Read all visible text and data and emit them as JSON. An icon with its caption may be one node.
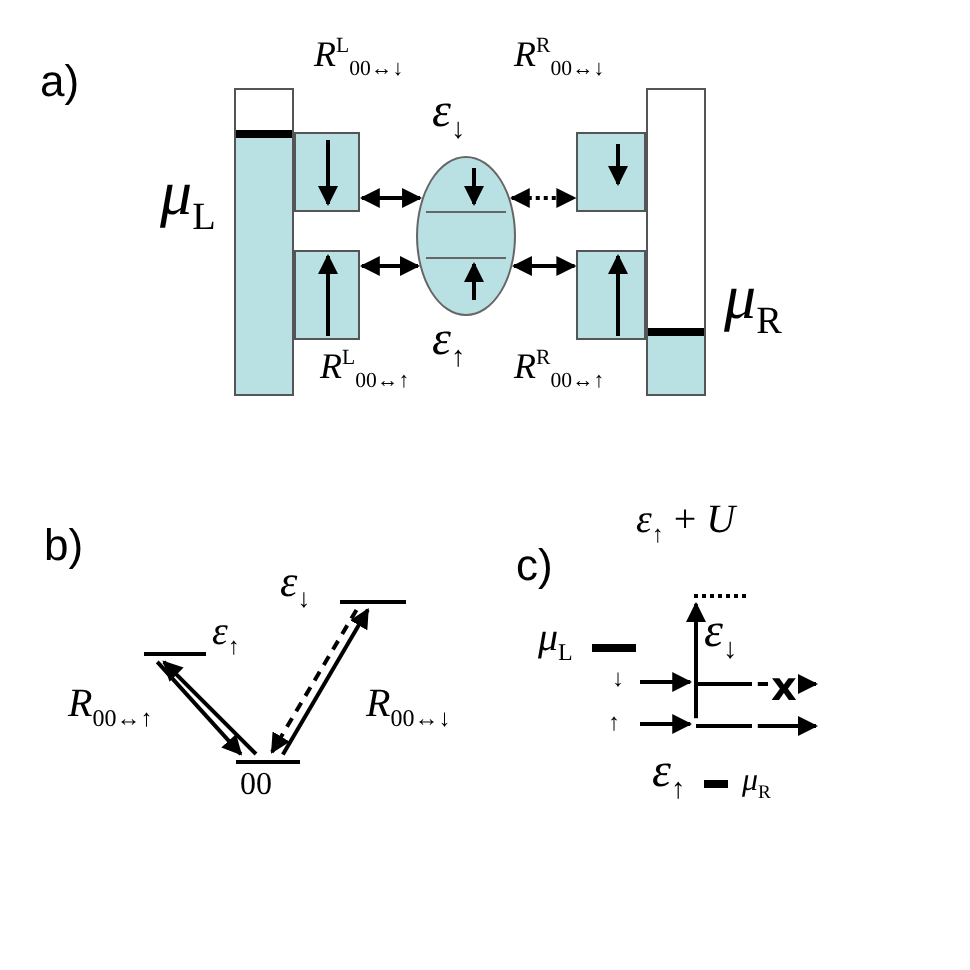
{
  "diagram": {
    "nodes": [
      {
        "text": [],
        "shape": "bar",
        "beside": [
          "*μ*$_{L}$"
        ]
      },
      {
        "text": [],
        "shape": "box"
      },
      {
        "text": [],
        "shape": "box"
      },
      {
        "text": [],
        "shape": "circle",
        "beside": [
          "*ε*$_{↓}$",
          "*ε*$_{↑}$"
        ]
      },
      {
        "text": [],
        "shape": "box"
      },
      {
        "text": [],
        "shape": "box"
      },
      {
        "text": [],
        "shape": "bar",
        "beside": [
          "*μ*$_{R}$"
        ]
      },
      {
        "text": [],
        "shape": "bar",
        "beside": [
          "*ε*$_{↑}$"
        ]
      },
      {
        "text": [],
        "shape": "bar",
        "beside": [
          "*ε*$_{↓}$"
        ]
      },
      {
        "text": [],
        "shape": "bar",
        "beside": [
          "00"
        ]
      },
      {
        "text": [],
        "shape": "bar",
        "beside": [
          "*ε*$_{↑}$ + *U*"
        ]
      },
      {
        "text": [],
        "shape": "bar",
        "beside": [
          "*ε*$_{↓}$"
        ]
      },
      {
        "text": [],
        "shape": "bar",
        "beside": [
          "*ε*$_{↑}$"
        ]
      },
      {
        "text": [],
        "shape": "bar",
        "beside": [
          "*μ*$_{L}$"
        ]
      },
      {
        "text": [],
        "shape": "bar",
        "beside": [
          "*μ*$_{R}$"
        ]
      }
    ],
    "edges": [
      {
        "from": 1,
        "to": 3,
        "arrow": "both"
      },
      {
        "from": 2,
        "to": 3,
        "arrow": "both"
      },
      {
        "from": 3,
        "to": 4,
        "arrow": "both",
        "style": "dashed"
      },
      {
        "from": 3,
        "to": 5,
        "arrow": "both"
      },
      {
        "from": 9,
        "to": 7,
        "arrow": "to"
      },
      {
        "from": 7,
        "to": 9,
        "arrow": "to"
      },
      {
        "from": 9,
        "to": 8,
        "arrow": "to"
      },
      {
        "from": 8,
        "to": 9,
        "arrow": "to",
        "style": "dashed"
      },
      {
        "from": null,
        "to": 11,
        "arrow": "to"
      },
      {
        "from": 11,
        "to": null,
        "arrow": "to",
        "label": "x"
      },
      {
        "from": null,
        "to": 12,
        "arrow": "to"
      },
      {
        "from": 12,
        "to": null,
        "arrow": "to"
      },
      {
        "from": 12,
        "to": 10,
        "arrow": "to"
      }
    ],
    "labels": [
      "a)",
      "*R*$^{L}$$_{00↔↓}$",
      "*R*$^{R}$$_{00↔↓}$",
      "*R*$^{L}$$_{00↔↑}$",
      "*R*$^{R}$$_{00↔↑}$",
      "b)",
      "*R*$_{00↔↑}$",
      "*R*$_{00↔↓}$",
      "c)",
      "↓",
      "↑"
    ]
  }
}
